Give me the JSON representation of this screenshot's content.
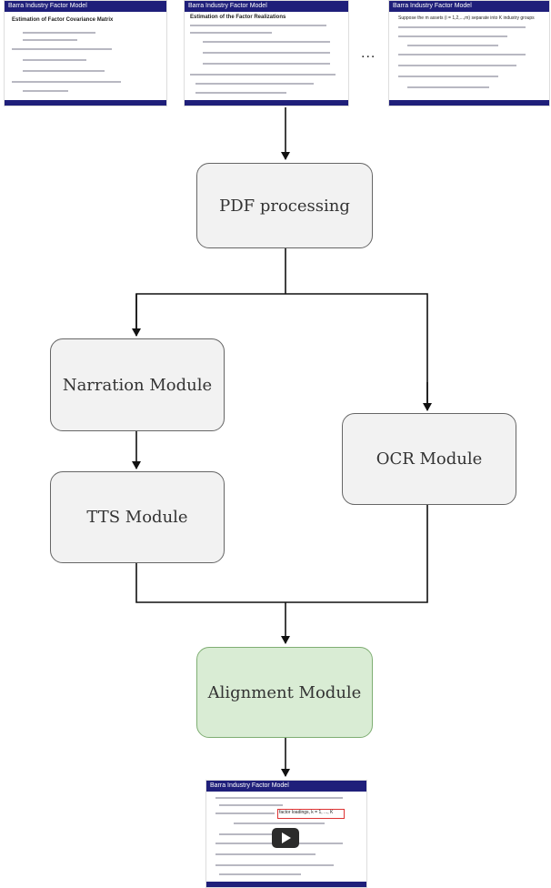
{
  "slides_top": [
    {
      "title": "Barra Industry Factor Model",
      "heading": "Estimation of Factor Covariance Matrix"
    },
    {
      "title": "Barra Industry Factor Model",
      "heading": "Estimation of the Factor Realizations"
    },
    {
      "title": "Barra Industry Factor Model",
      "heading": "Suppose the m assets (i = 1,2,...,m) separate into K industry groups"
    }
  ],
  "ellipsis": "...",
  "boxes": {
    "pdf": "PDF processing",
    "narration": "Narration Module",
    "tts": "TTS Module",
    "ocr": "OCR Module",
    "alignment": "Alignment Module"
  },
  "output_slide": {
    "title": "Barra Industry Factor Model",
    "highlight_text": "factor loadings, k = 1, ..., K"
  },
  "colors": {
    "module_fill": "#f2f2f2",
    "alignment_fill": "#d9ecd4",
    "slide_bar": "#1f1f7a"
  }
}
